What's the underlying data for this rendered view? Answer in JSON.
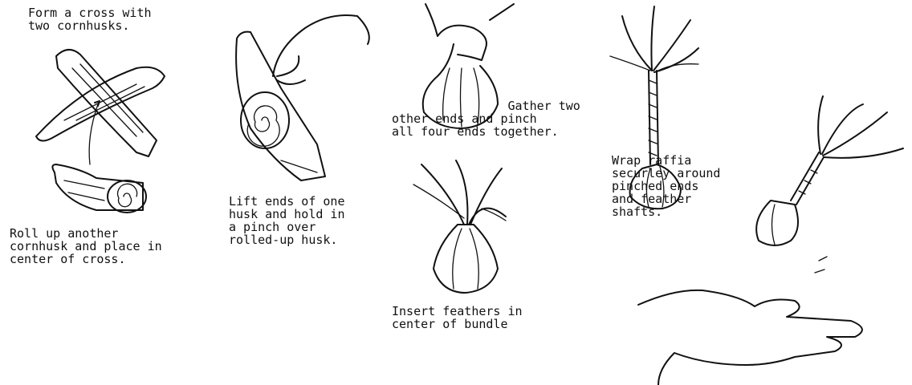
{
  "steps": [
    {
      "id": 1,
      "caption": "Form a cross with\ntwo cornhusks."
    },
    {
      "id": 2,
      "caption": "Roll up another\ncornhusk and place in\ncenter of cross."
    },
    {
      "id": 3,
      "caption": "Lift ends of one\nhusk and hold in\na pinch over\nrolled-up husk."
    },
    {
      "id": 4,
      "caption": "                Gather two\nother ends and pinch\nall four ends together."
    },
    {
      "id": 5,
      "caption": "Insert feathers in\ncenter of bundle"
    },
    {
      "id": 6,
      "caption": "Wrap raffia\nsecurley around\npinched ends\nand feather\nshafts."
    }
  ]
}
